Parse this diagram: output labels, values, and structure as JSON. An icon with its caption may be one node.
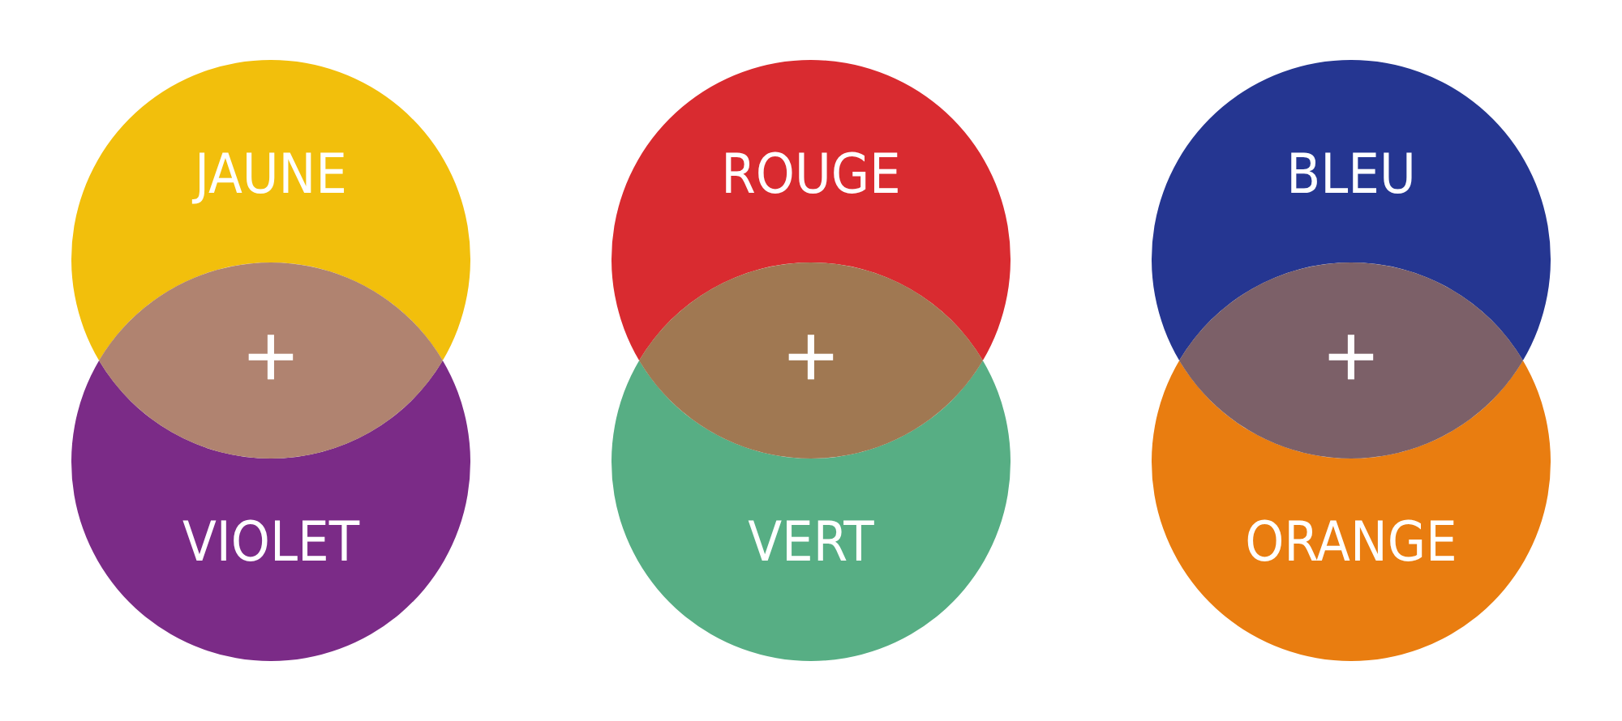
{
  "diagram": {
    "nodes": [
      {
        "text": [
          "JAUNE"
        ]
      },
      {
        "text": [
          "VIOLET"
        ]
      },
      {
        "text": [
          "ROUGE"
        ]
      },
      {
        "text": [
          "VERT"
        ]
      },
      {
        "text": [
          "BLEU"
        ]
      },
      {
        "text": [
          "ORANGE"
        ]
      }
    ],
    "labels": [
      "+",
      "+",
      "+"
    ]
  }
}
